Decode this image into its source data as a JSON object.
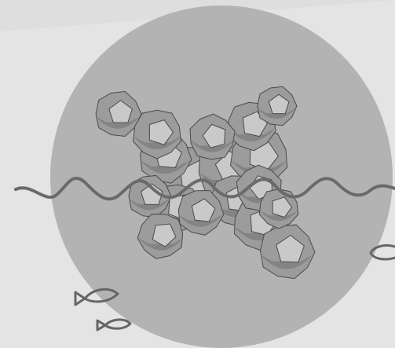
{
  "colors": {
    "background": "#dedede",
    "background_panel": "#e6e6e6",
    "circle": "#b3b3b3",
    "wave": "#6a6a6a",
    "fish_stroke": "#666666",
    "cluster_light": "#c9c9c9",
    "cluster_mid": "#9c9c9c",
    "cluster_dark": "#7a7a7a",
    "cluster_edge": "#4a4a4a"
  },
  "icons": [
    "circle-backdrop",
    "wave-line",
    "fish-icon",
    "fish-icon",
    "fish-icon",
    "dodecahedron-cluster"
  ]
}
